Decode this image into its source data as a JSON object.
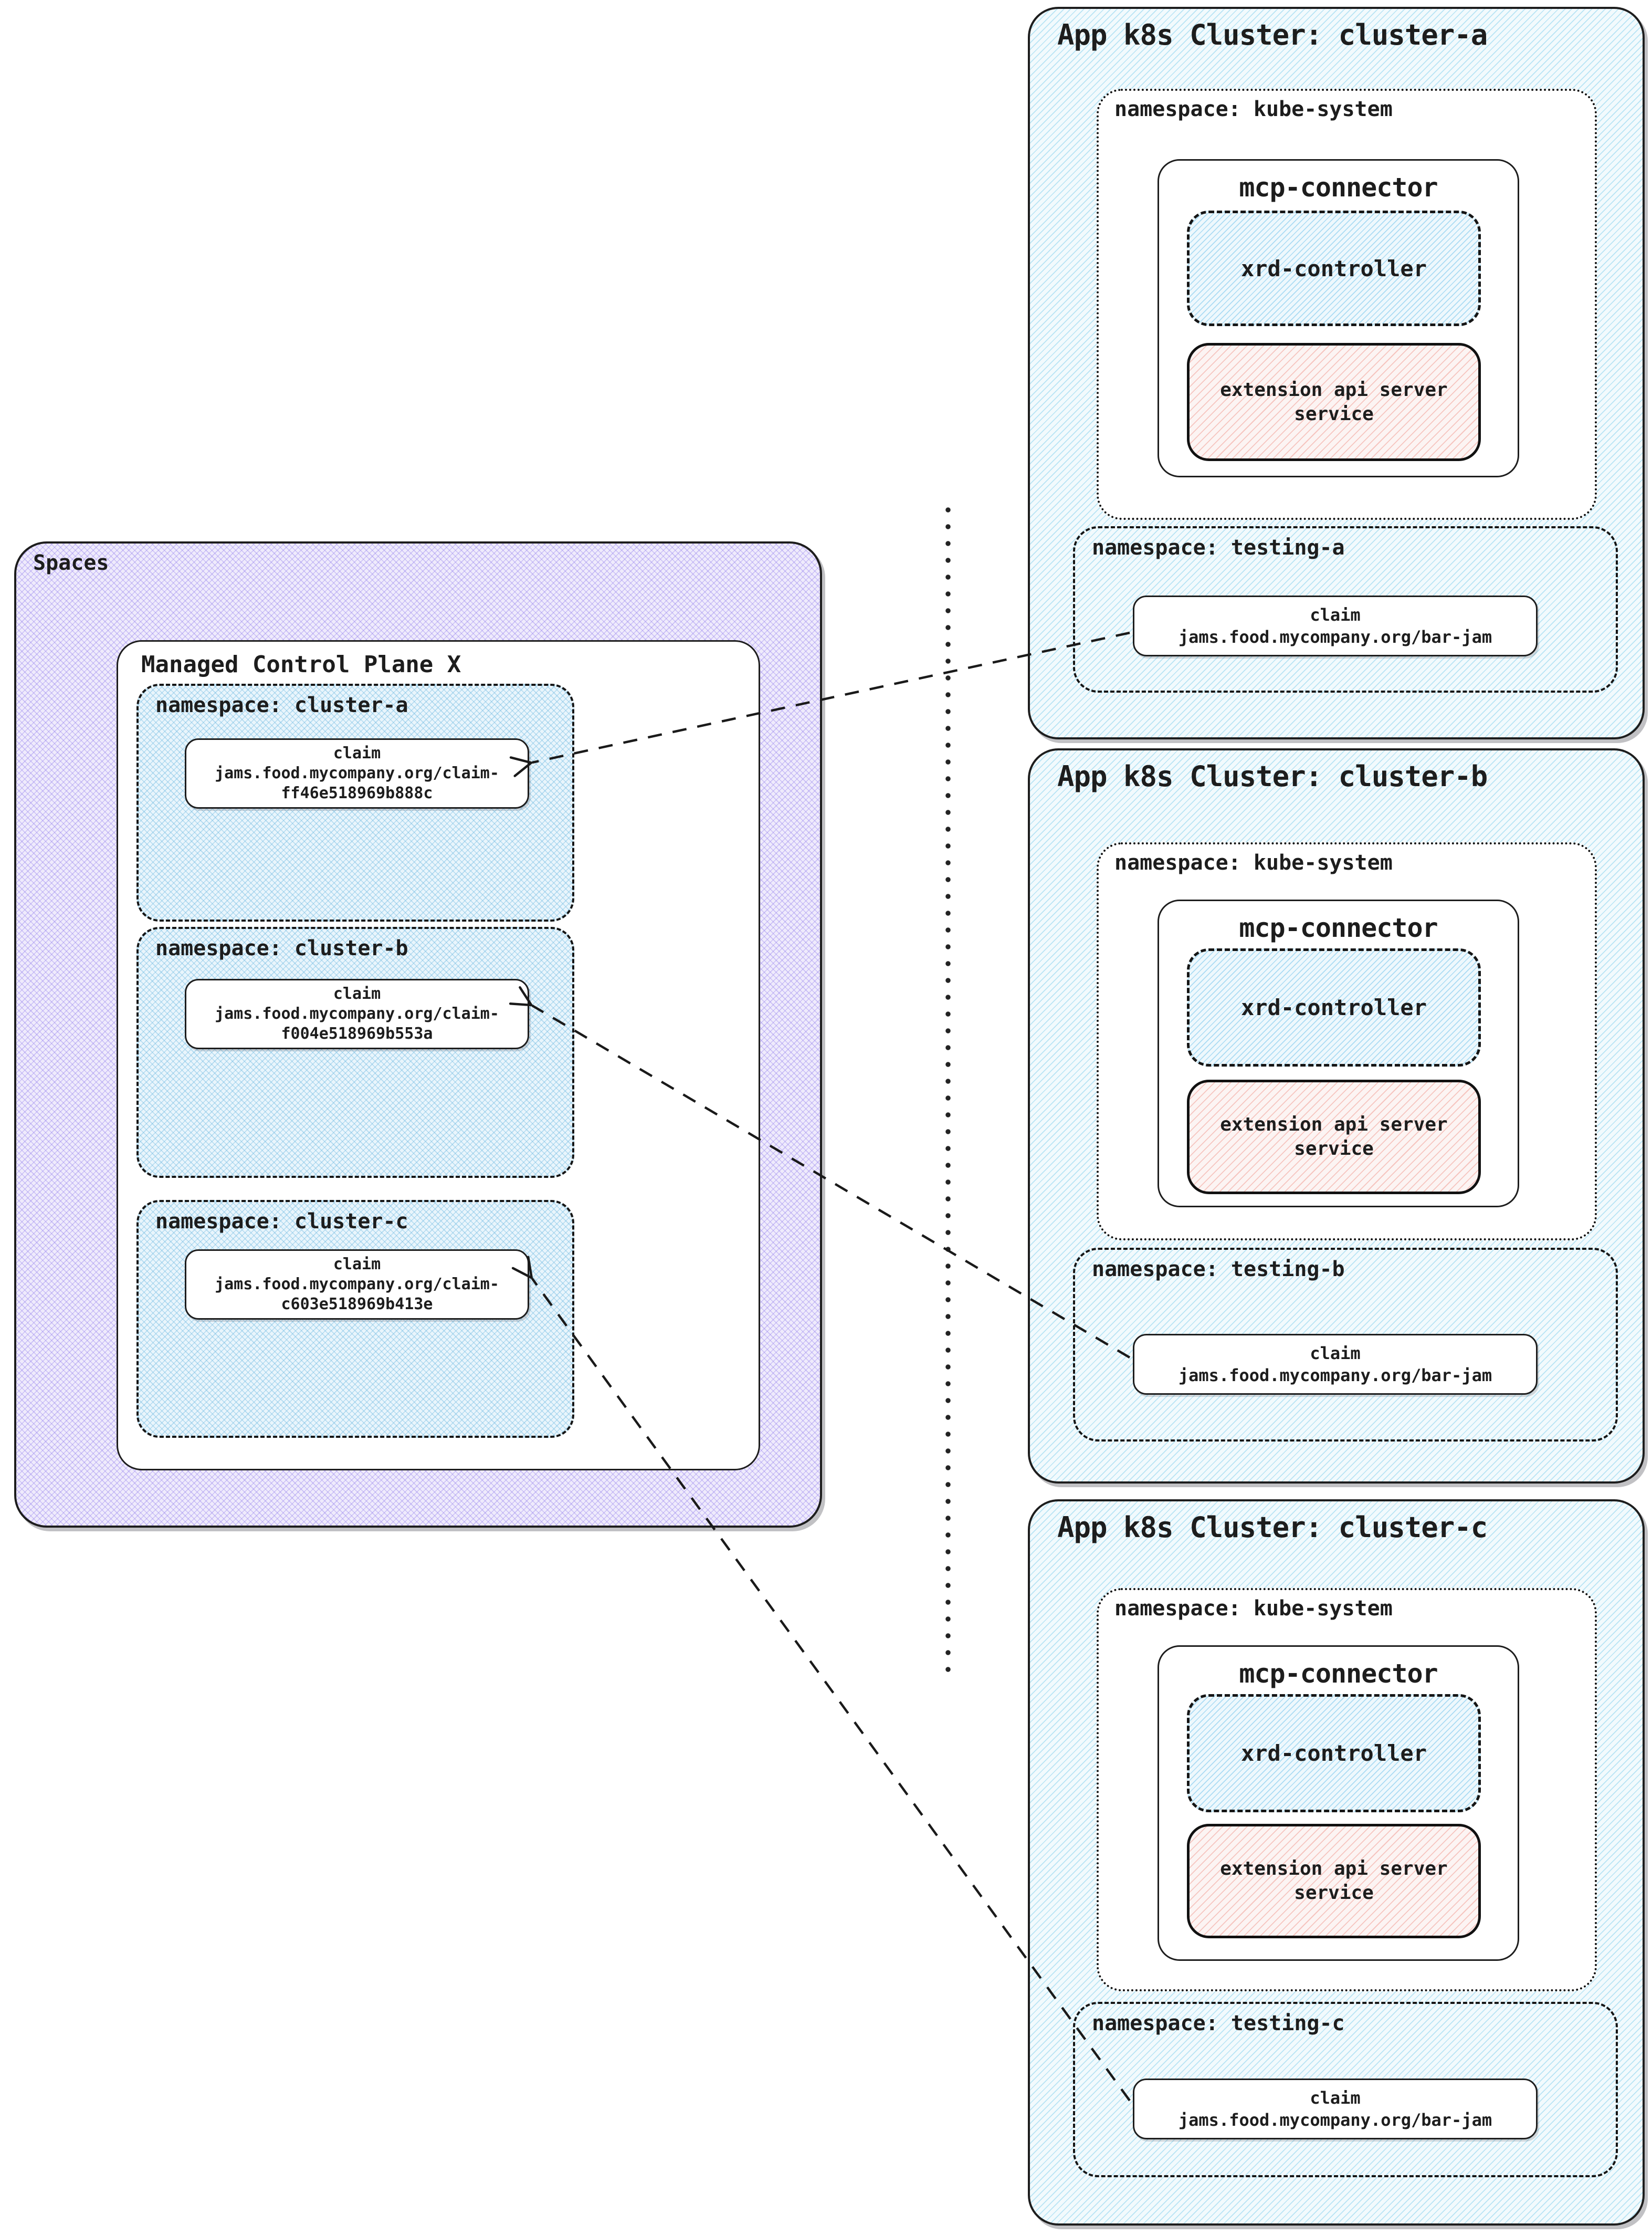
{
  "colors": {
    "ink": "#1d1d1d",
    "accent_blue": "#7dcdeb",
    "accent_purple": "#8c78eb",
    "accent_pink": "#f0968c"
  },
  "spaces": {
    "label": "Spaces",
    "control_plane": {
      "label": "Managed Control Plane X",
      "namespaces": [
        {
          "label": "namespace: cluster-a",
          "claim": {
            "title": "claim",
            "line1": "jams.food.mycompany.org/claim-",
            "line2": "ff46e518969b888c"
          }
        },
        {
          "label": "namespace: cluster-b",
          "claim": {
            "title": "claim",
            "line1": "jams.food.mycompany.org/claim-",
            "line2": "f004e518969b553a"
          }
        },
        {
          "label": "namespace: cluster-c",
          "claim": {
            "title": "claim",
            "line1": "jams.food.mycompany.org/claim-",
            "line2": "c603e518969b413e"
          }
        }
      ]
    }
  },
  "clusters": [
    {
      "title": "App k8s Cluster: cluster-a",
      "kube_namespace": {
        "label": "namespace: kube-system",
        "mcp_connector": {
          "label": "mcp-connector",
          "xrd_controller": "xrd-controller",
          "extension_api": {
            "line1": "extension api server",
            "line2": "service"
          }
        }
      },
      "testing_namespace": {
        "label": "namespace: testing-a",
        "claim": {
          "title": "claim",
          "line1": "jams.food.mycompany.org/bar-jam"
        }
      }
    },
    {
      "title": "App k8s Cluster: cluster-b",
      "kube_namespace": {
        "label": "namespace: kube-system",
        "mcp_connector": {
          "label": "mcp-connector",
          "xrd_controller": "xrd-controller",
          "extension_api": {
            "line1": "extension api server",
            "line2": "service"
          }
        }
      },
      "testing_namespace": {
        "label": "namespace: testing-b",
        "claim": {
          "title": "claim",
          "line1": "jams.food.mycompany.org/bar-jam"
        }
      }
    },
    {
      "title": "App k8s Cluster: cluster-c",
      "kube_namespace": {
        "label": "namespace: kube-system",
        "mcp_connector": {
          "label": "mcp-connector",
          "xrd_controller": "xrd-controller",
          "extension_api": {
            "line1": "extension api server",
            "line2": "service"
          }
        }
      },
      "testing_namespace": {
        "label": "namespace: testing-c",
        "claim": {
          "title": "claim",
          "line1": "jams.food.mycompany.org/bar-jam"
        }
      }
    }
  ]
}
